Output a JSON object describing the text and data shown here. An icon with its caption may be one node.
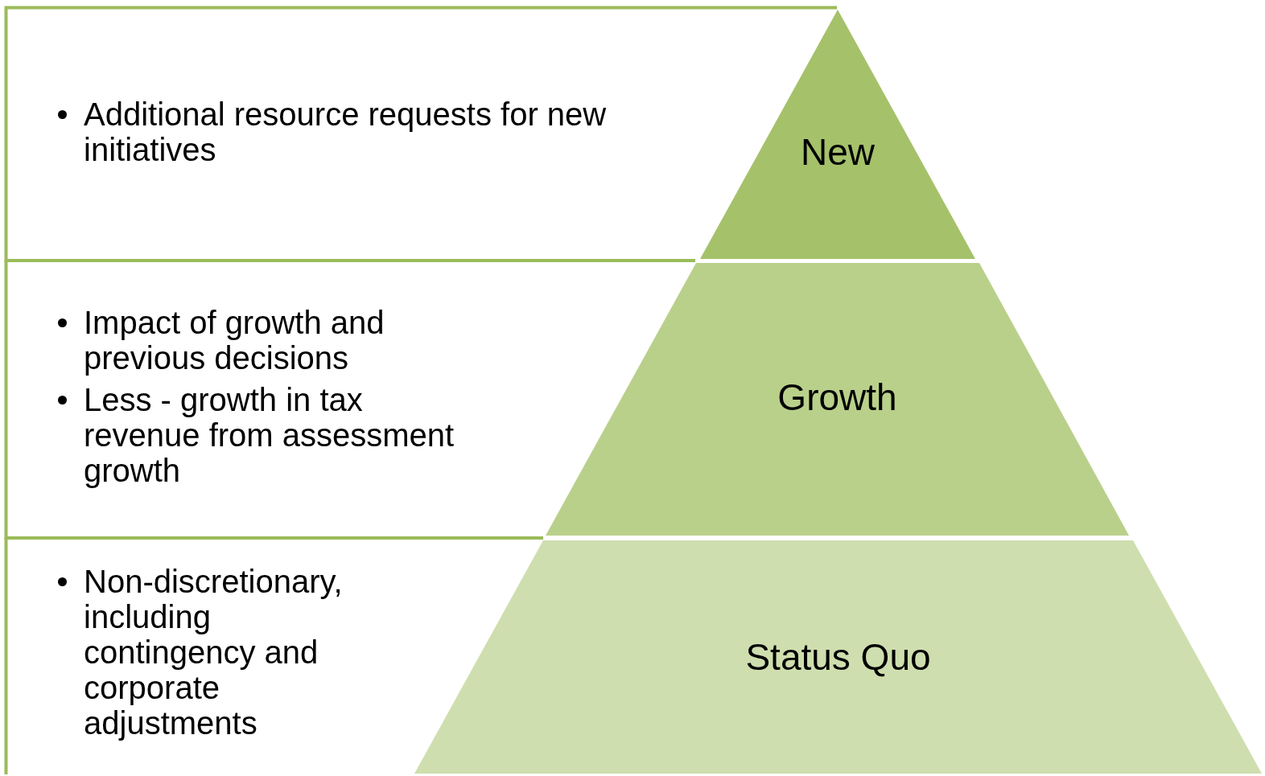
{
  "diagram": {
    "nodes": [
      {
        "text": [
          "Additional resource requests for new initiatives"
        ]
      },
      {
        "text": [
          "New"
        ]
      },
      {
        "text": [
          "Impact of growth and previous decisions",
          "Less - growth in tax revenue from assessment growth"
        ]
      },
      {
        "text": [
          "Growth"
        ]
      },
      {
        "text": [
          "Non-discretionary, including contingency and corporate adjustments"
        ]
      },
      {
        "text": [
          "Status Quo"
        ]
      }
    ],
    "edges": []
  }
}
